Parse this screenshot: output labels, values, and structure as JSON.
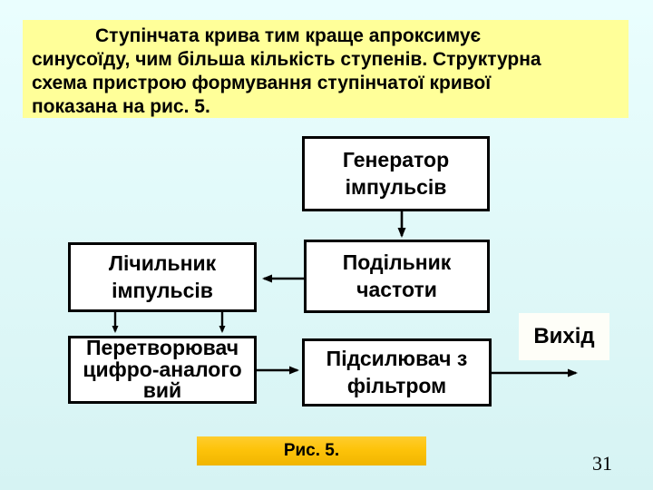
{
  "slide": {
    "page_number": "31",
    "background_color_top": "#EAFEFE",
    "background_color_bottom": "#D6F3F3"
  },
  "intro": {
    "background_color": "#FFFF99",
    "lines": [
      "Ступінчата крива тим краще апроксимує",
      "синусоїду, чим більша кількість ступенів. Структурна",
      "схема пристрою формування ступінчатої кривої",
      "показана на рис. 5."
    ]
  },
  "diagram": {
    "blocks": [
      {
        "id": "generator",
        "label": "Генератор\nімпульсів"
      },
      {
        "id": "counter",
        "label": "Лічильник\nімпульсів"
      },
      {
        "id": "divider",
        "label": "Подільник\nчастоти"
      },
      {
        "id": "dac",
        "label": "Перетворювач\nцифро-аналого\nвий"
      },
      {
        "id": "amp",
        "label": "Підсилювач з\nфільтром"
      }
    ],
    "output_label": "Вихід",
    "connections": [
      {
        "from": "generator",
        "to": "divider"
      },
      {
        "from": "divider",
        "to": "counter"
      },
      {
        "from": "counter",
        "to": "dac"
      },
      {
        "from": "counter",
        "to": "dac"
      },
      {
        "from": "dac",
        "to": "amp"
      },
      {
        "from": "amp",
        "to": "output"
      }
    ],
    "line_color": "#000000",
    "box_fill": "#FFFFFF"
  },
  "caption": {
    "label": "Рис. 5.",
    "background_color": "#FFC30B"
  }
}
